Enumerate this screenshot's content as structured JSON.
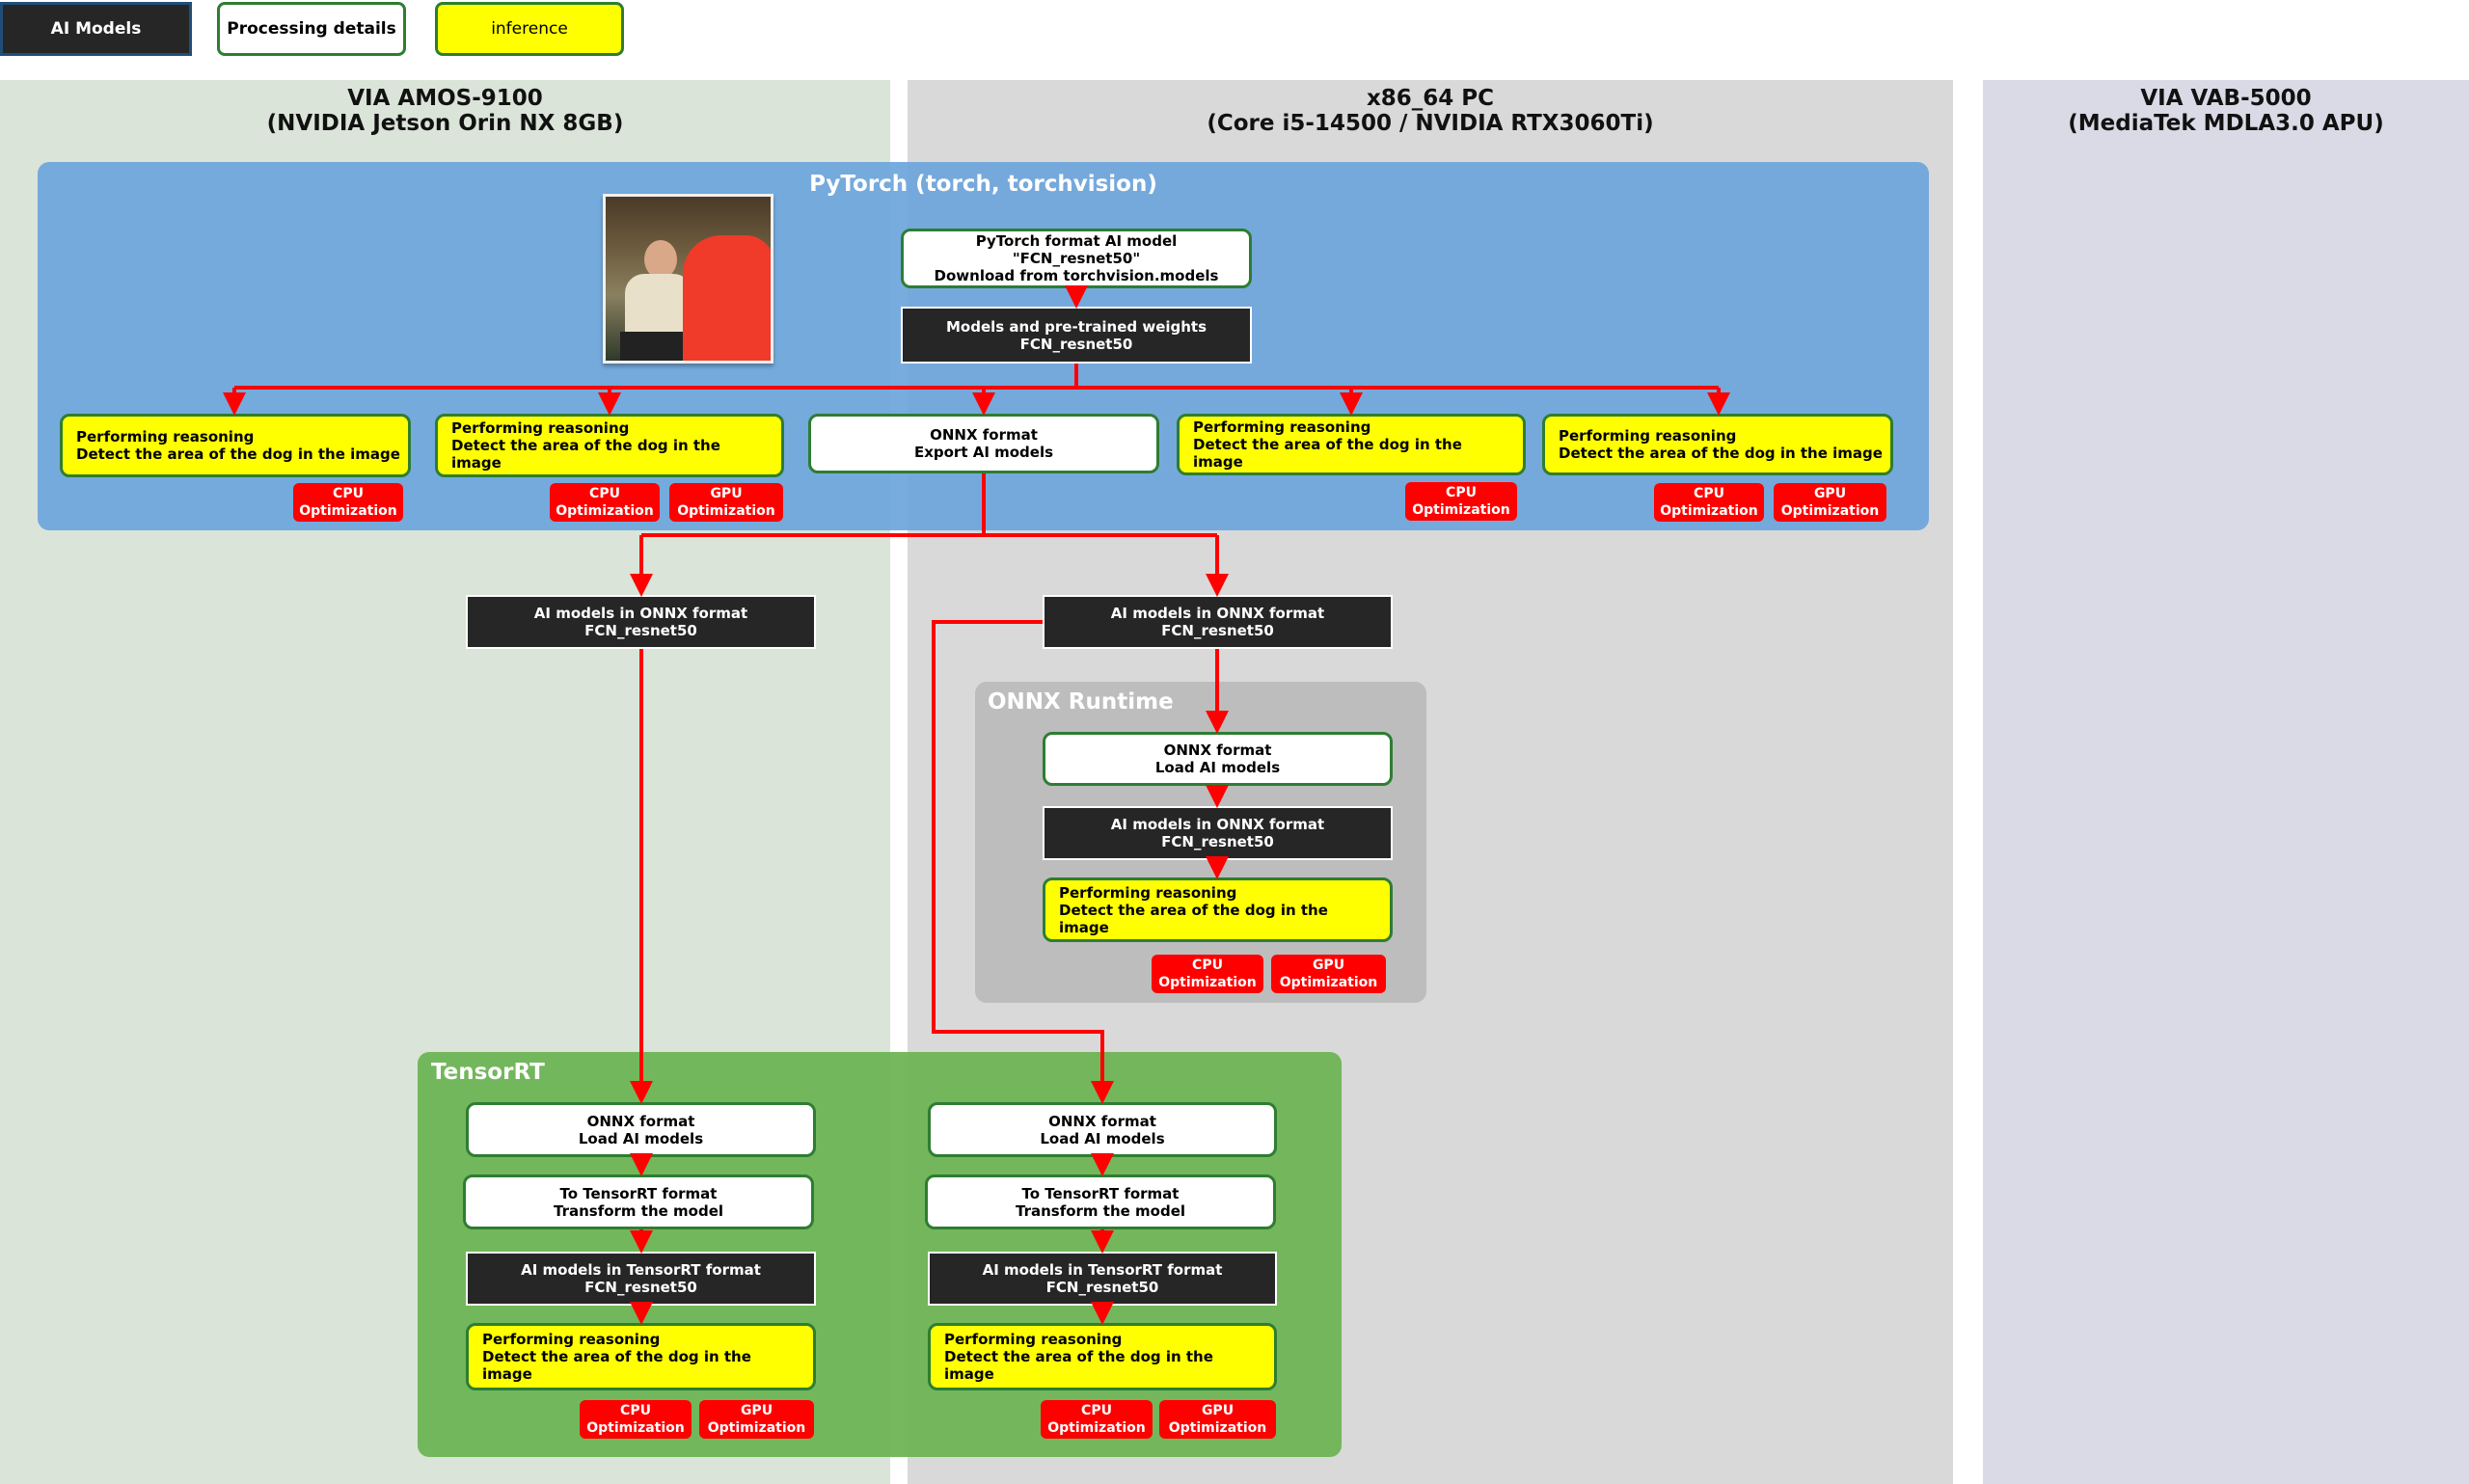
{
  "legend": {
    "ai_models": "AI Models",
    "processing_details": "Processing details",
    "inference": "inference"
  },
  "columns": [
    {
      "title": "VIA AMOS-9100",
      "subtitle": "(NVIDIA Jetson Orin NX 8GB)"
    },
    {
      "title": "x86_64 PC",
      "subtitle": "(Core i5-14500 / NVIDIA RTX3060Ti)"
    },
    {
      "title": "VIA VAB-5000",
      "subtitle": "(MediaTek MDLA3.0 APU)"
    }
  ],
  "pytorch": {
    "title": "PyTorch (torch, torchvision)",
    "model_box": [
      "PyTorch format AI model",
      "\"FCN_resnet50\"",
      "Download from torchvision.models"
    ],
    "weights_box": [
      "Models and pre-trained weights",
      "FCN_resnet50"
    ],
    "export_box": [
      "ONNX format",
      "Export AI models"
    ]
  },
  "reasoning": {
    "line1": "Performing reasoning",
    "line2": "Detect the area of the dog in the image"
  },
  "badges": {
    "cpu": "CPU",
    "gpu": "GPU",
    "opt": "Optimization"
  },
  "onnx_model": [
    "AI models in ONNX format",
    "FCN_resnet50"
  ],
  "onnx_runtime": {
    "title": "ONNX Runtime",
    "load": [
      "ONNX format",
      "Load AI models"
    ]
  },
  "tensorrt": {
    "title": "TensorRT",
    "load": [
      "ONNX format",
      "Load AI models"
    ],
    "transform": [
      "To TensorRT format",
      "Transform the model"
    ],
    "model": [
      "AI models in TensorRT format",
      "FCN_resnet50"
    ]
  },
  "colors": {
    "arrow": "#ff0000",
    "yellow": "#ffff00",
    "border_green": "#2e7d32",
    "dark": "#262626"
  }
}
